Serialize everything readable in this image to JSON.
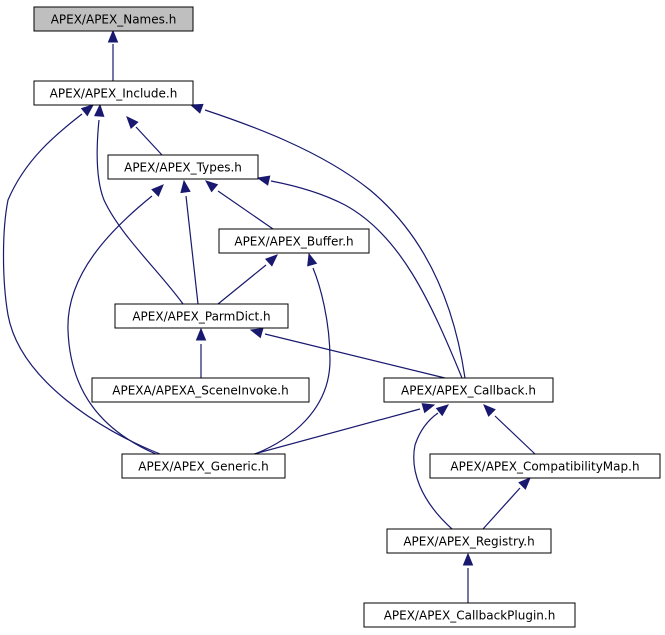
{
  "graph": {
    "nodes": [
      {
        "id": "names",
        "label": "APEX/APEX_Names.h",
        "current": true
      },
      {
        "id": "include",
        "label": "APEX/APEX_Include.h"
      },
      {
        "id": "types",
        "label": "APEX/APEX_Types.h"
      },
      {
        "id": "buffer",
        "label": "APEX/APEX_Buffer.h"
      },
      {
        "id": "parmdict",
        "label": "APEX/APEX_ParmDict.h"
      },
      {
        "id": "sceneinvoke",
        "label": "APEXA/APEXA_SceneInvoke.h"
      },
      {
        "id": "callback",
        "label": "APEX/APEX_Callback.h"
      },
      {
        "id": "generic",
        "label": "APEX/APEX_Generic.h"
      },
      {
        "id": "compat",
        "label": "APEX/APEX_CompatibilityMap.h"
      },
      {
        "id": "registry",
        "label": "APEX/APEX_Registry.h"
      },
      {
        "id": "callbackplugin",
        "label": "APEX/APEX_CallbackPlugin.h"
      }
    ],
    "edges": [
      {
        "from": "include",
        "to": "names"
      },
      {
        "from": "types",
        "to": "include"
      },
      {
        "from": "parmdict",
        "to": "include"
      },
      {
        "from": "generic",
        "to": "include"
      },
      {
        "from": "callback",
        "to": "include"
      },
      {
        "from": "buffer",
        "to": "types"
      },
      {
        "from": "parmdict",
        "to": "types"
      },
      {
        "from": "generic",
        "to": "types"
      },
      {
        "from": "callback",
        "to": "types"
      },
      {
        "from": "parmdict",
        "to": "buffer"
      },
      {
        "from": "generic",
        "to": "buffer"
      },
      {
        "from": "sceneinvoke",
        "to": "parmdict"
      },
      {
        "from": "callback",
        "to": "parmdict"
      },
      {
        "from": "generic",
        "to": "callback"
      },
      {
        "from": "compat",
        "to": "callback"
      },
      {
        "from": "registry",
        "to": "callback"
      },
      {
        "from": "registry",
        "to": "compat"
      },
      {
        "from": "callbackplugin",
        "to": "registry"
      }
    ]
  }
}
